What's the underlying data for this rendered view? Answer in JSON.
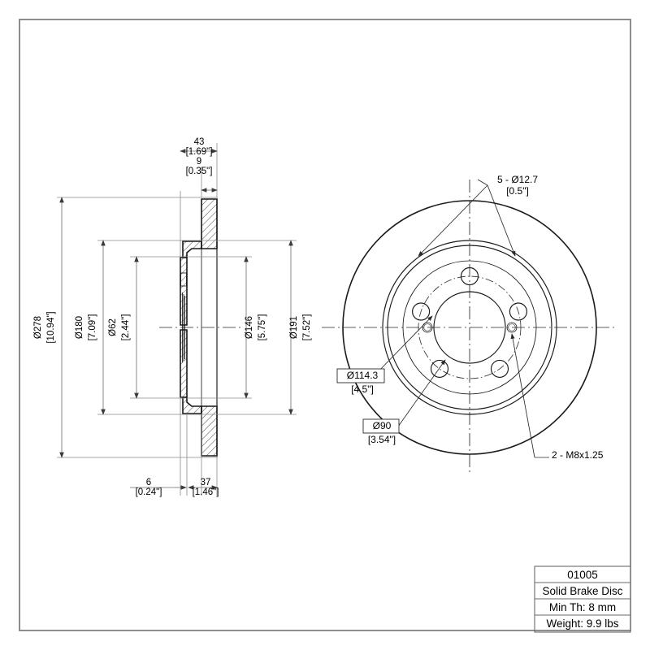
{
  "document": {
    "type": "engineering-drawing",
    "subject": "Solid Brake Disc cross-section and front view"
  },
  "title_block": {
    "part_number": "01005",
    "description": "Solid Brake Disc",
    "min_thickness": "Min Th: 8 mm",
    "weight": "Weight: 9.9 lbs"
  },
  "section_view": {
    "top_dimensions": [
      {
        "metric": "43",
        "imperial": "[1.69\"]"
      },
      {
        "metric": "9",
        "imperial": "[0.35\"]"
      }
    ],
    "bottom_dimensions": [
      {
        "metric": "6",
        "imperial": "[0.24\"]"
      },
      {
        "metric": "37",
        "imperial": "[1.46\"]"
      }
    ],
    "diameters": [
      {
        "metric": "Ø278",
        "imperial": "[10.94\"]"
      },
      {
        "metric": "Ø180",
        "imperial": "[7.09\"]"
      },
      {
        "metric": "Ø62",
        "imperial": "[2.44\"]"
      },
      {
        "metric": "Ø146",
        "imperial": "[5.75\"]"
      },
      {
        "metric": "Ø191",
        "imperial": "[7.52\"]"
      }
    ]
  },
  "front_view": {
    "callouts": [
      {
        "id": "lug-holes",
        "metric": "5 - Ø12.7",
        "imperial": "[0.5\"]",
        "boxed": false
      },
      {
        "id": "bolt-circle",
        "metric": "Ø114.3",
        "imperial": "[4.5\"]",
        "boxed": true
      },
      {
        "id": "center-bore",
        "metric": "Ø90",
        "imperial": "[3.54\"]",
        "boxed": true
      },
      {
        "id": "threaded-holes",
        "metric": "2 - M8x1.25",
        "imperial": "",
        "boxed": false
      }
    ],
    "hole_count_lug": 5,
    "hole_count_threaded": 2
  },
  "colors": {
    "line": "#1a1a1a",
    "dimension": "#6a6a6a",
    "frame": "#5c5c5c",
    "background": "#ffffff"
  }
}
